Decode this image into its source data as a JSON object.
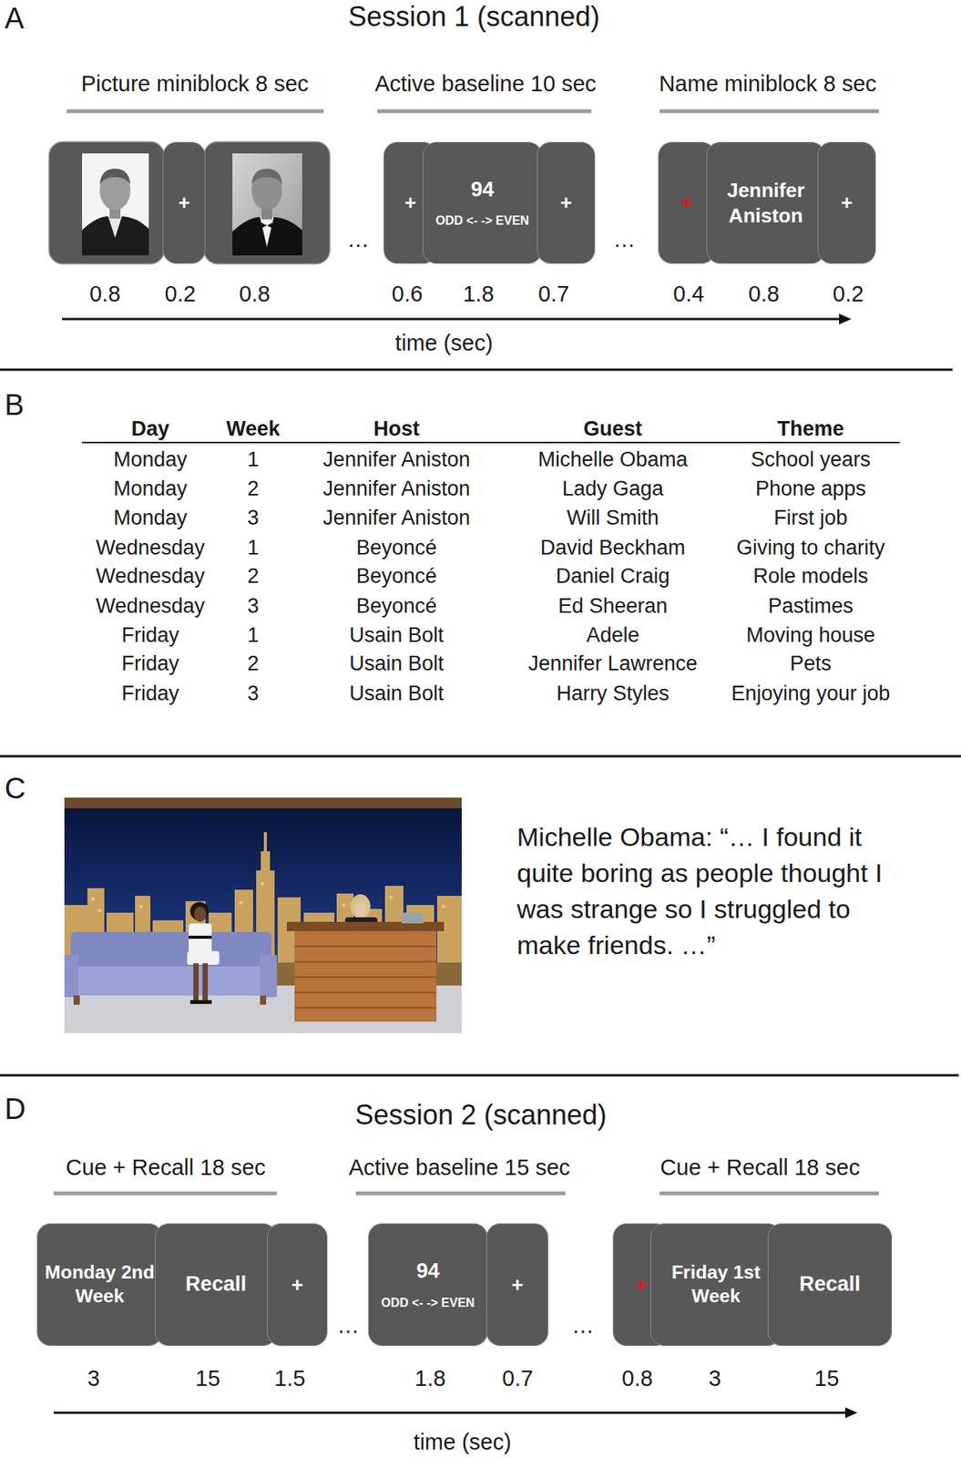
{
  "diagram": {
    "nodes": [
      {
        "text": [
          "+"
        ]
      },
      {
        "text": [
          "+"
        ]
      },
      {
        "text": [
          "94",
          "ODD <- -> EVEN"
        ]
      },
      {
        "text": [
          "+"
        ]
      },
      {
        "text": [
          "+"
        ]
      },
      {
        "text": [
          "Jennifer Aniston"
        ]
      },
      {
        "text": [
          "+"
        ]
      },
      {
        "text": [
          "Monday 2nd Week"
        ]
      },
      {
        "text": [
          "Recall"
        ]
      },
      {
        "text": [
          "+"
        ]
      },
      {
        "text": [
          "94",
          "ODD <- -> EVEN"
        ]
      },
      {
        "text": [
          "+"
        ]
      },
      {
        "text": [
          "+"
        ]
      },
      {
        "text": [
          "Friday 1st Week"
        ]
      },
      {
        "text": [
          "Recall"
        ]
      }
    ],
    "labels": [
      "A",
      "Session 1 (scanned)",
      "Picture miniblock 8 sec",
      "Active baseline 10 sec",
      "Name miniblock 8 sec",
      "…",
      "…",
      "0.8",
      "0.2",
      "0.8",
      "0.6",
      "1.8",
      "0.7",
      "0.4",
      "0.8",
      "0.2",
      "time (sec)",
      "B",
      "Day",
      "Week",
      "Host",
      "Guest",
      "Theme",
      "Monday",
      "1",
      "Jennifer Aniston",
      "Michelle Obama",
      "School years",
      "Monday",
      "2",
      "Jennifer Aniston",
      "Lady Gaga",
      "Phone apps",
      "Monday",
      "3",
      "Jennifer Aniston",
      "Will Smith",
      "First job",
      "Wednesday",
      "1",
      "Beyoncé",
      "David Beckham",
      "Giving to charity",
      "Wednesday",
      "2",
      "Beyoncé",
      "Daniel Craig",
      "Role models",
      "Wednesday",
      "3",
      "Beyoncé",
      "Ed Sheeran",
      "Pastimes",
      "Friday",
      "1",
      "Usain Bolt",
      "Adele",
      "Moving house",
      "Friday",
      "2",
      "Usain Bolt",
      "Jennifer Lawrence",
      "Pets",
      "Friday",
      "3",
      "Usain Bolt",
      "Harry Styles",
      "Enjoying your job",
      "C",
      "Michelle Obama: “… I found it quite boring as people thought I was strange so I struggled to make friends. …”",
      "D",
      "Session 2 (scanned)",
      "Cue + Recall 18 sec",
      "Active baseline 15 sec",
      "Cue + Recall 18 sec",
      "…",
      "…",
      "3",
      "15",
      "1.5",
      "1.8",
      "0.7",
      "0.8",
      "3",
      "15",
      "time (sec)"
    ]
  }
}
